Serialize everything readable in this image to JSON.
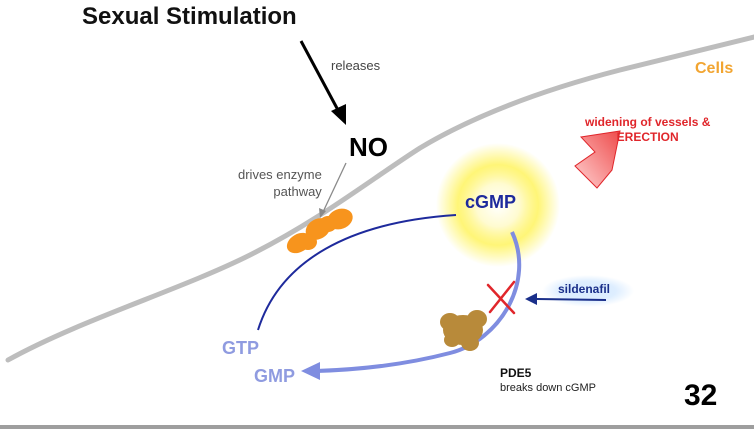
{
  "title": "Sexual Stimulation",
  "labels": {
    "releases": "releases",
    "no": "NO",
    "drives_enzyme": "drives enzyme\npathway",
    "cells": "Cells",
    "widening": "widening of vessels &\nERECTION",
    "cgmp": "cGMP",
    "sildenafil": "sildenafil",
    "gtp": "GTP",
    "gmp": "GMP",
    "pde5": "PDE5",
    "breaks_down": "breaks down cGMP"
  },
  "page_number": "32",
  "colors": {
    "cell_membrane": "#bdbdbd",
    "cells_text": "#f2a531",
    "enzyme": "#f7941d",
    "pde5_enzyme": "#b88a3a",
    "cgmp_text": "#1e2a9c",
    "cgmp_glow": "#fff24a",
    "gtp_gmp_text": "#8f9be0",
    "pathway_line": "#1e2a9c",
    "widening_text": "#e0262b",
    "red_arrow": "#f05a5a",
    "inhibition_x": "#e0262b",
    "sildenafil_arrow": "#1a2f8a",
    "footer_rule": "#9e9e9e"
  }
}
